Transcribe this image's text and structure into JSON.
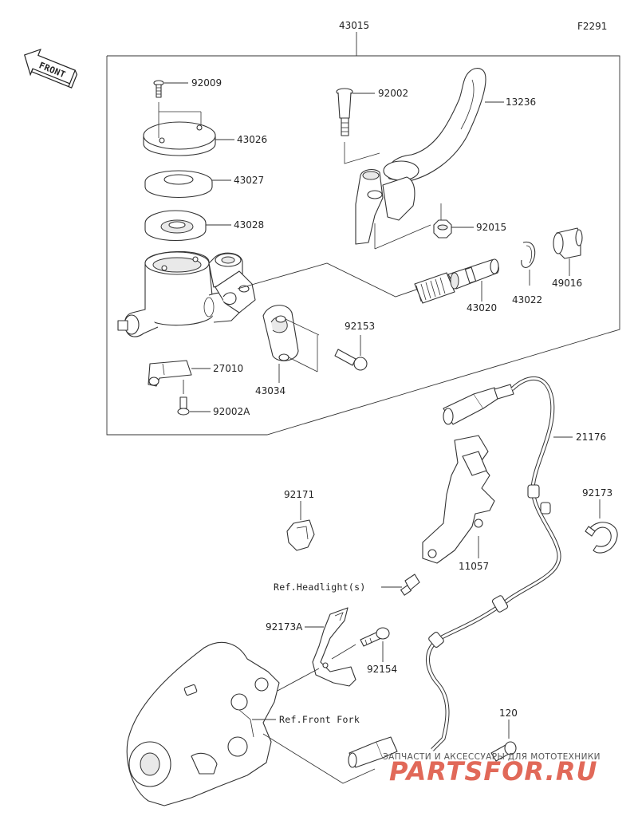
{
  "figure_code": "F2291",
  "front_badge": "FRONT",
  "watermark": {
    "line1": "ЗАПЧАСТИ И АКСЕССУАРЫ ДЛЯ МОТОТЕХНИКИ",
    "line2": "PARTSFOR.RU"
  },
  "labels": {
    "p43015": "43015",
    "p92009": "92009",
    "p43026": "43026",
    "p43027": "43027",
    "p43028": "43028",
    "p92002": "92002",
    "p13236": "13236",
    "p92015": "92015",
    "p49016": "49016",
    "p43020": "43020",
    "p43022": "43022",
    "p92153": "92153",
    "p27010": "27010",
    "p43034": "43034",
    "p92002A": "92002A",
    "p21176": "21176",
    "p92171": "92171",
    "p92173": "92173",
    "p11057": "11057",
    "ref_headlight": "Ref.Headlight(s)",
    "p92173A": "92173A",
    "p92154": "92154",
    "ref_front_fork": "Ref.Front Fork",
    "p120": "120"
  },
  "colors": {
    "line": "#333333",
    "watermark_red": "#d9402b",
    "watermark_text": "#555555"
  }
}
